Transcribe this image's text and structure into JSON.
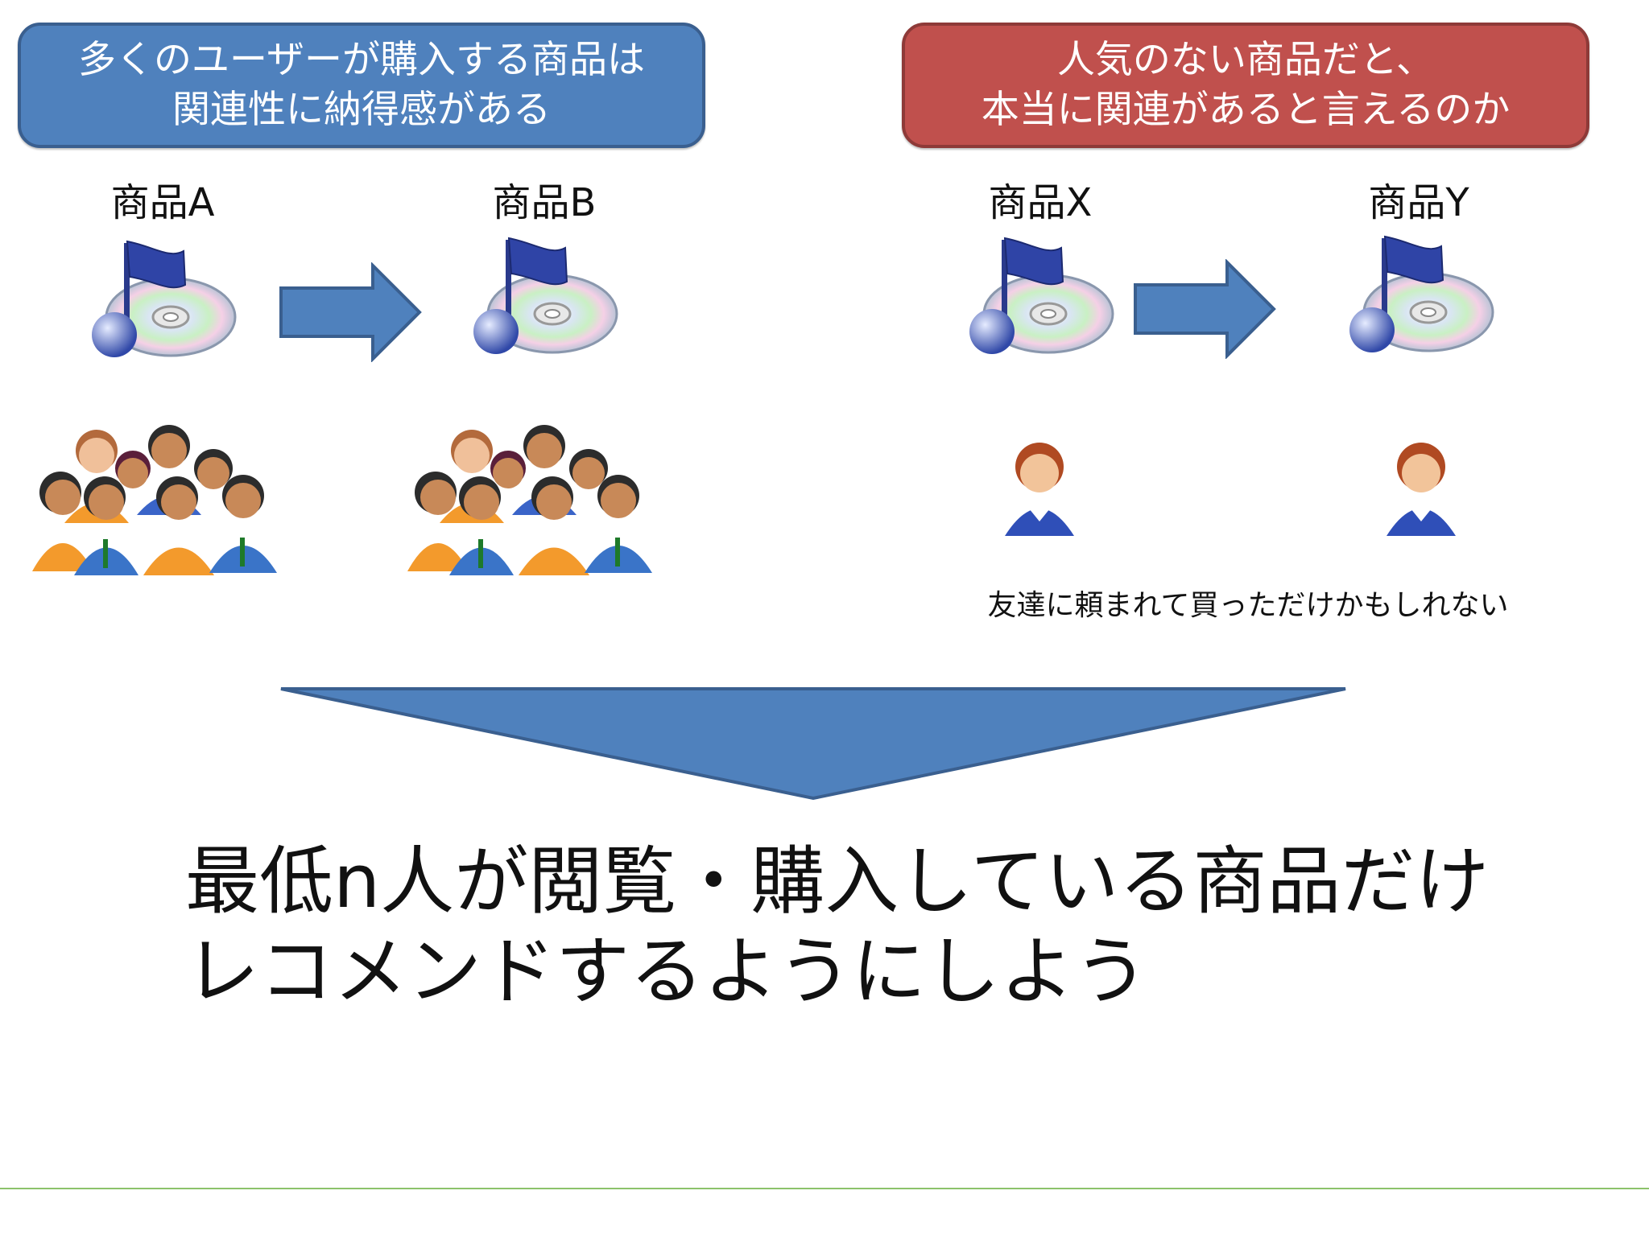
{
  "boxes": {
    "left": {
      "line1": "多くのユーザーが購入する商品は",
      "line2": "関連性に納得感がある",
      "color": "#4f81bd"
    },
    "right": {
      "line1": "人気のない商品だと、",
      "line2": "本当に関連があると言えるのか",
      "color": "#c0504d"
    }
  },
  "products": {
    "a": "商品A",
    "b": "商品B",
    "x": "商品X",
    "y": "商品Y"
  },
  "icons": {
    "music": "music-cd-icon",
    "group": "user-group-icon",
    "single": "single-user-icon",
    "arrow": "right-arrow"
  },
  "note": "友達に頼まれて買っただけかもしれない",
  "conclusion": {
    "line1": "最低n人が閲覧・購入している商品だけ",
    "line2": "レコメンドするようにしよう"
  },
  "colors": {
    "arrow_fill": "#4f81bd",
    "arrow_stroke": "#3a5f8f",
    "footer_line": "#8cc26a"
  }
}
